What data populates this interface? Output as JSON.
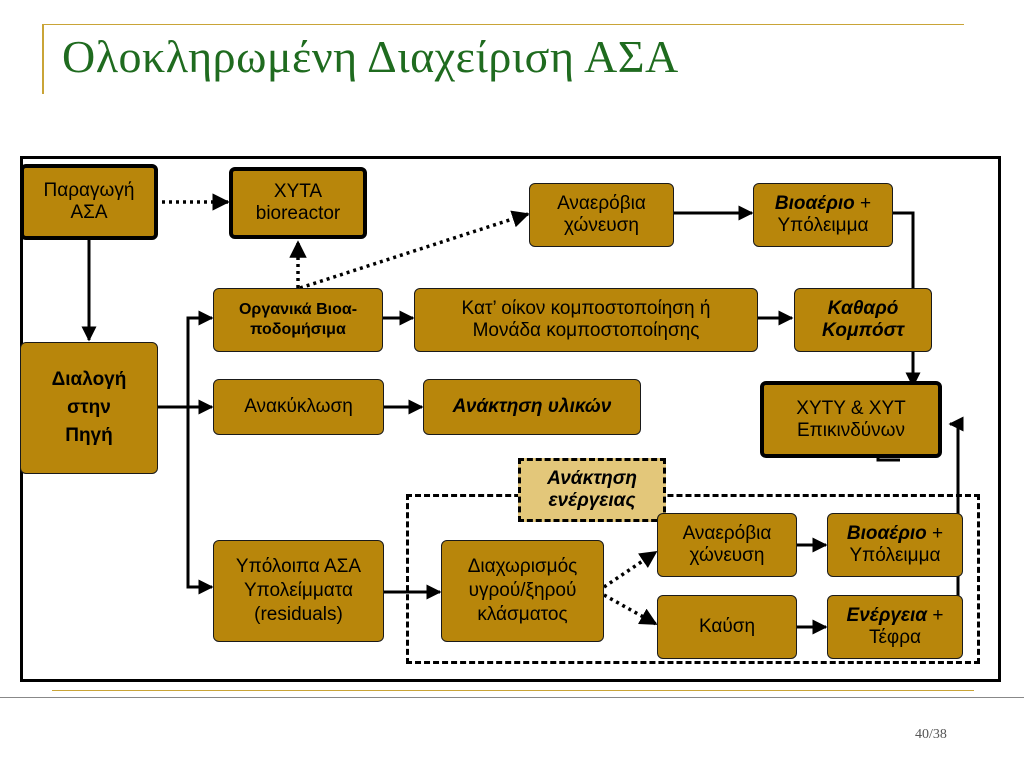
{
  "slide": {
    "title": "Ολοκληρωμένη Διαχείριση ΑΣΑ",
    "page_number": "40/38",
    "accent_color": "#c9a437",
    "title_color": "#1f6b1f",
    "box_color": "#b8860b"
  },
  "diagram": {
    "production": [
      "Παραγωγή",
      "ΑΣΑ"
    ],
    "landfill_bioreactor": [
      "ΧΥΤΑ",
      "bioreactor"
    ],
    "anaerobic_top": [
      "Αναερόβια",
      "χώνευση"
    ],
    "biogas_top": {
      "bold": "Βιοαέριο",
      "rest": " +",
      "line2": "Υπόλειμμα"
    },
    "organic": [
      "Οργανικά Βιοα-",
      "ποδομήσιμα"
    ],
    "composting": [
      "Κατ’ οίκον κομποστοποίηση ή",
      "Μονάδα κομποστοποίησης"
    ],
    "clean_compost": [
      "Καθαρό",
      "Κομπόστ"
    ],
    "source_sorting": [
      "Διαλογή",
      "στην",
      "Πηγή"
    ],
    "recycling": "Ανακύκλωση",
    "material_recovery": "Ανάκτηση υλικών",
    "hazardous_landfill": [
      "ΧΥΤΥ & ΧΥΤ",
      "Επικινδύνων"
    ],
    "energy_recovery": [
      "Ανάκτηση",
      "ενέργειας"
    ],
    "residual": [
      "Υπόλοιπα ΑΣΑ",
      "Υπολείμματα",
      "(residuals)"
    ],
    "separation": [
      "Διαχωρισμός",
      "υγρού/ξηρού",
      "κλάσματος"
    ],
    "anaerobic_bottom": [
      "Αναερόβια",
      "χώνευση"
    ],
    "biogas_bottom": {
      "bold": "Βιοαέριο",
      "rest": " +",
      "line2": "Υπόλειμμα"
    },
    "incineration": "Καύση",
    "energy": {
      "bold": "Ενέργεια",
      "rest": " +",
      "line2": "Τέφρα"
    }
  }
}
